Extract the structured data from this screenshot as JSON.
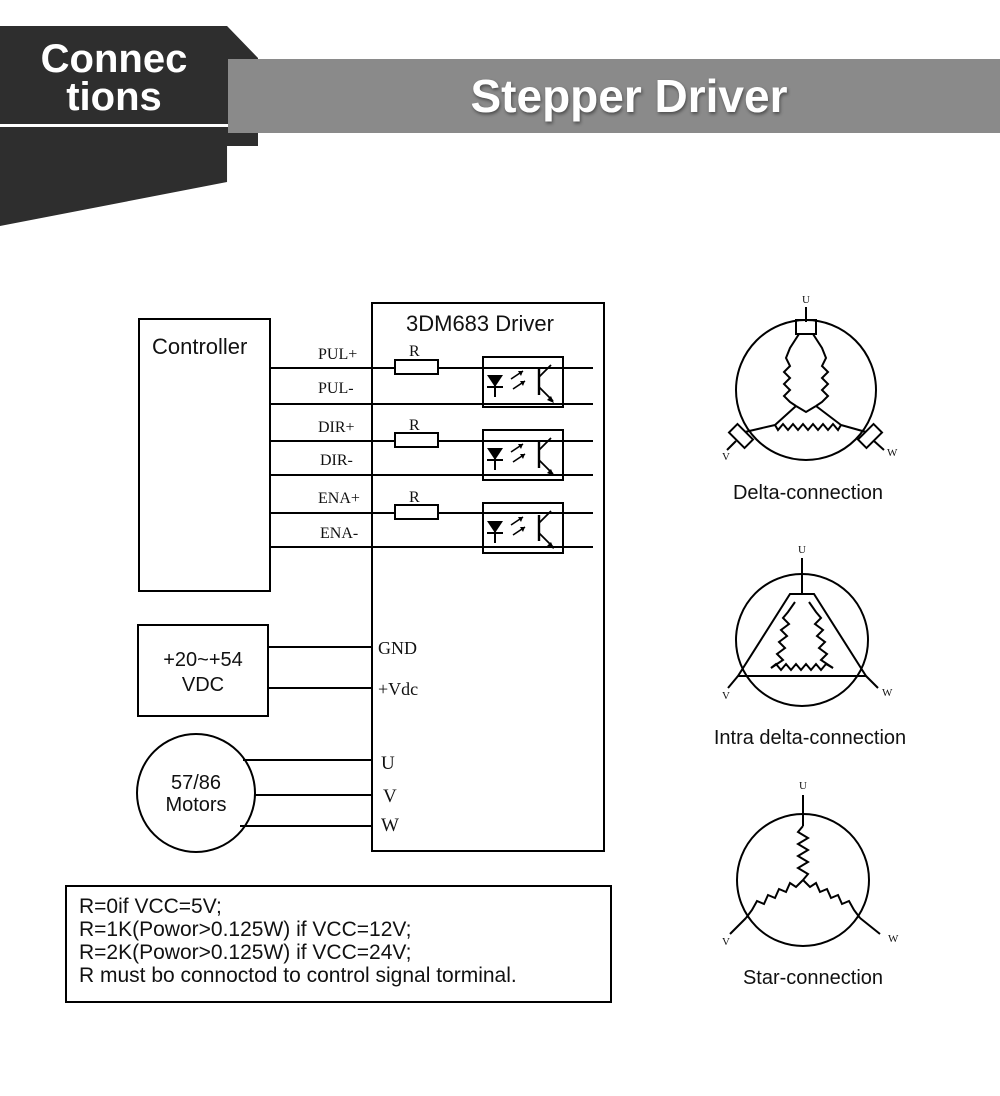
{
  "header": {
    "section_line1": "Connec",
    "section_line2": "tions",
    "title": "Stepper Driver"
  },
  "wiring": {
    "controller": {
      "label": "Controller"
    },
    "driver": {
      "label": "3DM683 Driver"
    },
    "signals": [
      {
        "plus": "PUL+",
        "minus": "PUL-",
        "resistor": "R"
      },
      {
        "plus": "DIR+",
        "minus": "DIR-",
        "resistor": "R"
      },
      {
        "plus": "ENA+",
        "minus": "ENA-",
        "resistor": "R"
      }
    ],
    "power": {
      "line1": "+20~+54",
      "line2": "VDC",
      "gnd": "GND",
      "vdc": "+Vdc"
    },
    "motor": {
      "line1": "57/86",
      "line2": "Motors",
      "u": "U",
      "v": "V",
      "w": "W"
    }
  },
  "notes": [
    "R=0if VCC=5V;",
    "R=1K(Powor>0.125W) if VCC=12V;",
    "R=2K(Powor>0.125W) if VCC=24V;",
    "R must bo connoctod to control signal torminal."
  ],
  "connections": [
    {
      "caption": "Delta-connection",
      "u": "U",
      "v": "V",
      "w": "W"
    },
    {
      "caption": "Intra delta-connection",
      "u": "U",
      "v": "V",
      "w": "W"
    },
    {
      "caption": "Star-connection",
      "u": "U",
      "v": "V",
      "w": "W"
    }
  ]
}
